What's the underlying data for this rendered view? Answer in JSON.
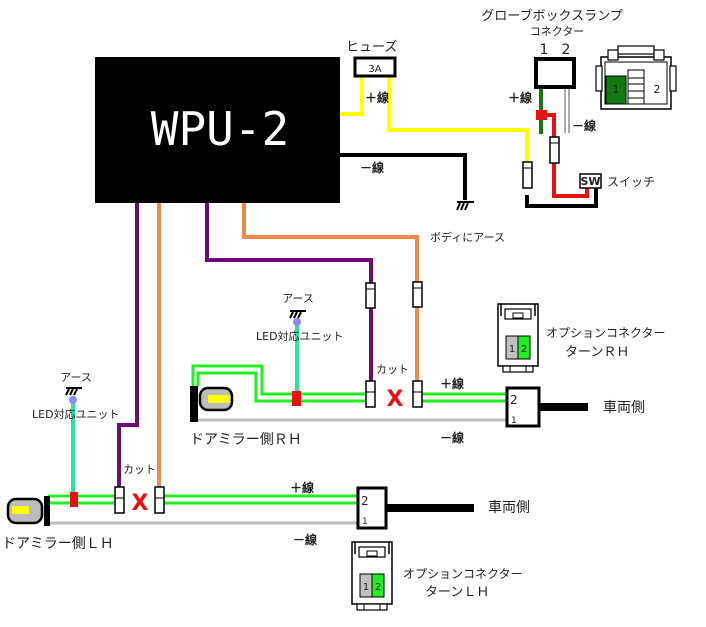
{
  "unit": {
    "name": "WPU-2"
  },
  "fuse": {
    "label": "ヒューズ",
    "rating": "3A"
  },
  "glovebox": {
    "title_line1": "グローブボックスランプ",
    "title_line2": "コネクター",
    "pin1": "1",
    "pin2": "2",
    "plus_label": "＋線",
    "minus_label": "－線",
    "switch_box": "SW",
    "switch_label": "スイッチ",
    "connector_pin1": "1",
    "connector_pin2": "2"
  },
  "wpu_labels": {
    "plus_wire": "＋線",
    "minus_wire": "－線",
    "body_ground": "ボディにアース"
  },
  "rh": {
    "ground_label": "アース",
    "led_unit_label": "LED対応ユニット",
    "cut_label": "カット",
    "mirror_label": "ドアミラー側ＲＨ",
    "plus_label": "＋線",
    "minus_label": "－線",
    "connector_pin2": "2",
    "connector_pin1": "1",
    "vehicle_label": "車両側",
    "option_connector_line1": "オプションコネクター",
    "option_connector_line2": "ターンＲＨ",
    "option_pin1": "1",
    "option_pin2": "2"
  },
  "lh": {
    "ground_label": "アース",
    "led_unit_label": "LED対応ユニット",
    "cut_label": "カット",
    "mirror_label": "ドアミラー側ＬＨ",
    "plus_label": "＋線",
    "minus_label": "－線",
    "connector_pin2": "2",
    "connector_pin1": "1",
    "vehicle_label": "車両側",
    "option_connector_line1": "オプションコネクター",
    "option_connector_line2": "ターンＬＨ",
    "option_pin1": "1",
    "option_pin2": "2"
  },
  "cut_mark": "X",
  "colors": {
    "purple_wire": "#6e0a78",
    "orange_wire": "#f08a4b",
    "yellow_wire": "#ffff00",
    "green_wire": "#22ee22",
    "led_unit_wire": "#22e89a",
    "red_splice": "#e81010",
    "dark_green_wire": "#137a13",
    "ground_dot": "#8a8af0",
    "gray_wire": "#bdbdbd"
  }
}
